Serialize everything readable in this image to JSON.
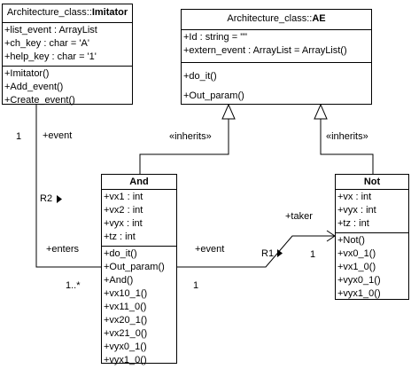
{
  "classes": {
    "imitator": {
      "prefix": "Architecture_class::",
      "name": "Imitator",
      "attributes": [
        "+list_event : ArrayList",
        "+ch_key : char = 'A'",
        "+help_key : char = '1'"
      ],
      "operations": [
        "+Imitator()",
        "+Add_event()",
        "+Create_event()"
      ]
    },
    "ae": {
      "prefix": "Architecture_class::",
      "name": "AE",
      "attributes": [
        "+Id : string = \"\"",
        "+extern_event : ArrayList = ArrayList()"
      ],
      "operations": [
        "+do_it()",
        "+Out_param()"
      ]
    },
    "and": {
      "name": "And",
      "attributes": [
        "+vx1 : int",
        "+vx2 : int",
        "+vyx : int",
        "+tz : int"
      ],
      "operations": [
        "+do_it()",
        "+Out_param()",
        "+And()",
        "+vx10_1()",
        "+vx11_0()",
        "+vx20_1()",
        "+vx21_0()",
        "+vyx0_1()",
        "+vyx1_0()"
      ]
    },
    "not": {
      "name": "Not",
      "attributes": [
        "+vx : int",
        "+vyx : int",
        "+tz : int"
      ],
      "operations": [
        "+Not()",
        "+vx0_1()",
        "+vx1_0()",
        "+vyx0_1()",
        "+vyx1_0()"
      ]
    }
  },
  "labels": {
    "one_top": "1",
    "event_top": "+event",
    "inherits_left": "«inherits»",
    "inherits_right": "«inherits»",
    "r2": "R2",
    "taker": "+taker",
    "enters": "+enters",
    "event_mid": "+event",
    "r1": "R1",
    "one_right": "1",
    "many": "1..*",
    "one_mid": "1"
  }
}
